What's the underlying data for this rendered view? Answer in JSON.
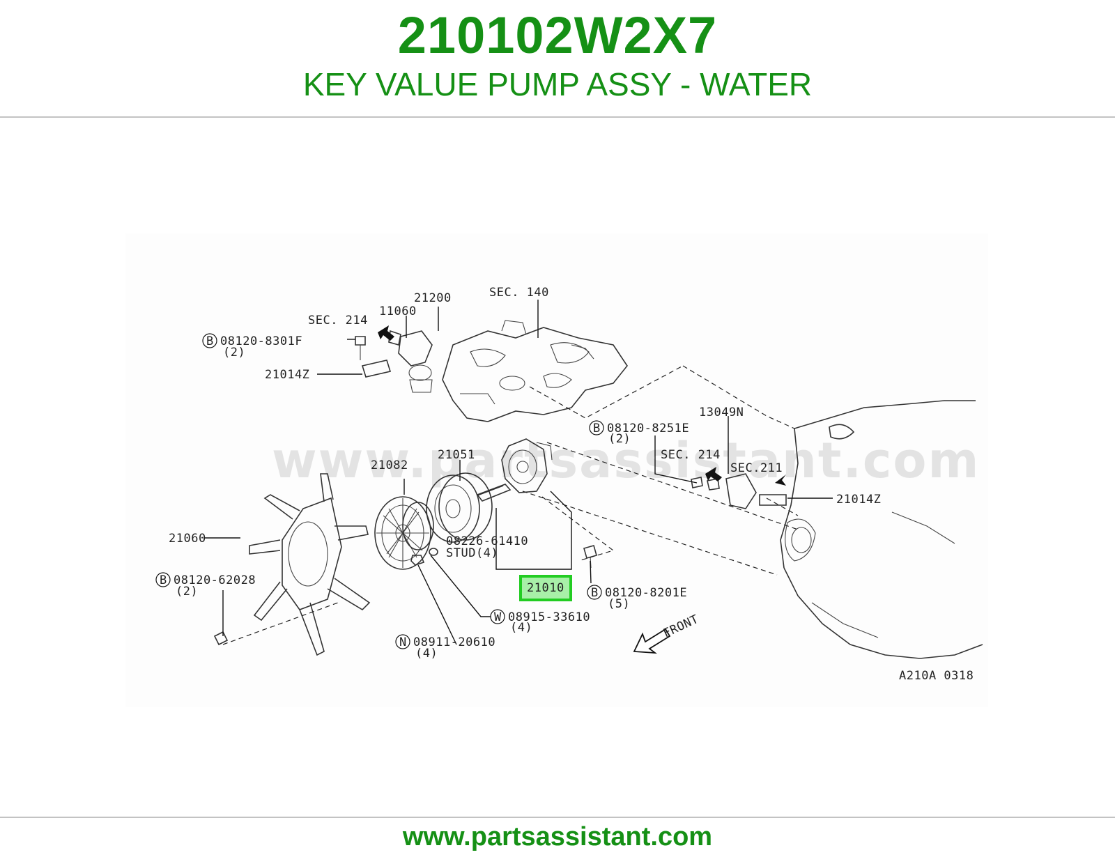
{
  "header": {
    "part_number": "210102W2X7",
    "description": "KEY VALUE PUMP ASSY - WATER"
  },
  "diagram": {
    "watermark": "www.partsassistant.com",
    "ref_code": "A210A 0318",
    "front_label": "FRONT",
    "highlight_color": "#22cc22",
    "callouts": [
      {
        "id": "sec140",
        "text": "SEC. 140"
      },
      {
        "id": "p21200",
        "text": "21200"
      },
      {
        "id": "p11060",
        "text": "11060"
      },
      {
        "id": "sec214a",
        "text": "SEC. 214"
      },
      {
        "id": "b8301f",
        "badge": "B",
        "text": "08120-8301F",
        "qty": "(2)"
      },
      {
        "id": "p21014z_a",
        "text": "21014Z"
      },
      {
        "id": "b8251e",
        "badge": "B",
        "text": "08120-8251E",
        "qty": "(2)"
      },
      {
        "id": "p13049n",
        "text": "13049N"
      },
      {
        "id": "sec214b",
        "text": "SEC. 214"
      },
      {
        "id": "sec211",
        "text": "SEC.211"
      },
      {
        "id": "p21014z_b",
        "text": "21014Z"
      },
      {
        "id": "p21082",
        "text": "21082"
      },
      {
        "id": "p21051",
        "text": "21051"
      },
      {
        "id": "stud",
        "text": "08226-61410",
        "qty": "STUD(4)"
      },
      {
        "id": "p21060",
        "text": "21060"
      },
      {
        "id": "b62028",
        "badge": "B",
        "text": "08120-62028",
        "qty": "(2)"
      },
      {
        "id": "p21010",
        "text": "21010",
        "highlighted": true
      },
      {
        "id": "b8201e",
        "badge": "B",
        "text": "08120-8201E",
        "qty": "(5)"
      },
      {
        "id": "w33610",
        "badge": "W",
        "text": "08915-33610",
        "qty": "(4)"
      },
      {
        "id": "n20610",
        "badge": "N",
        "text": "08911-20610",
        "qty": "(4)"
      }
    ]
  },
  "footer": {
    "url": "www.partsassistant.com"
  }
}
